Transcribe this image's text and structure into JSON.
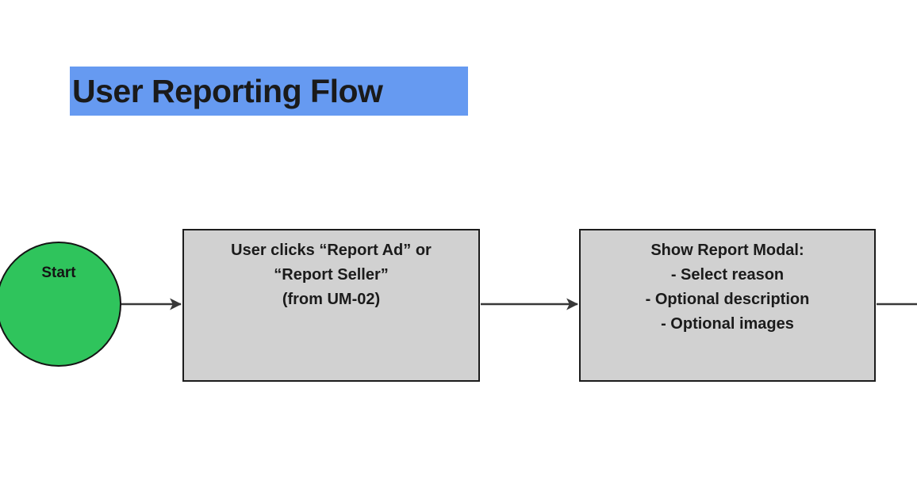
{
  "diagram": {
    "title": "User Reporting Flow",
    "colors": {
      "background": "#ffffff",
      "title_highlight": "#669af1",
      "start_node_fill": "#2fc45c",
      "process_node_fill": "#d1d1d1",
      "node_border": "#1c1c1c",
      "arrow": "#383838",
      "text": "#1a1a1a"
    },
    "nodes": [
      {
        "id": "start",
        "type": "circle",
        "label": "Start"
      },
      {
        "id": "report-click",
        "type": "process",
        "lines": [
          "User clicks “Report Ad” or",
          "“Report Seller”",
          "(from UM-02)"
        ]
      },
      {
        "id": "report-modal",
        "type": "process",
        "lines": [
          "Show Report Modal:",
          "- Select reason",
          "- Optional description",
          "- Optional images"
        ]
      }
    ],
    "edges": [
      {
        "from": "start",
        "to": "report-click",
        "arrowhead": true
      },
      {
        "from": "report-click",
        "to": "report-modal",
        "arrowhead": true
      },
      {
        "from": "report-modal",
        "to": "offscreen-right",
        "arrowhead": false
      }
    ]
  }
}
